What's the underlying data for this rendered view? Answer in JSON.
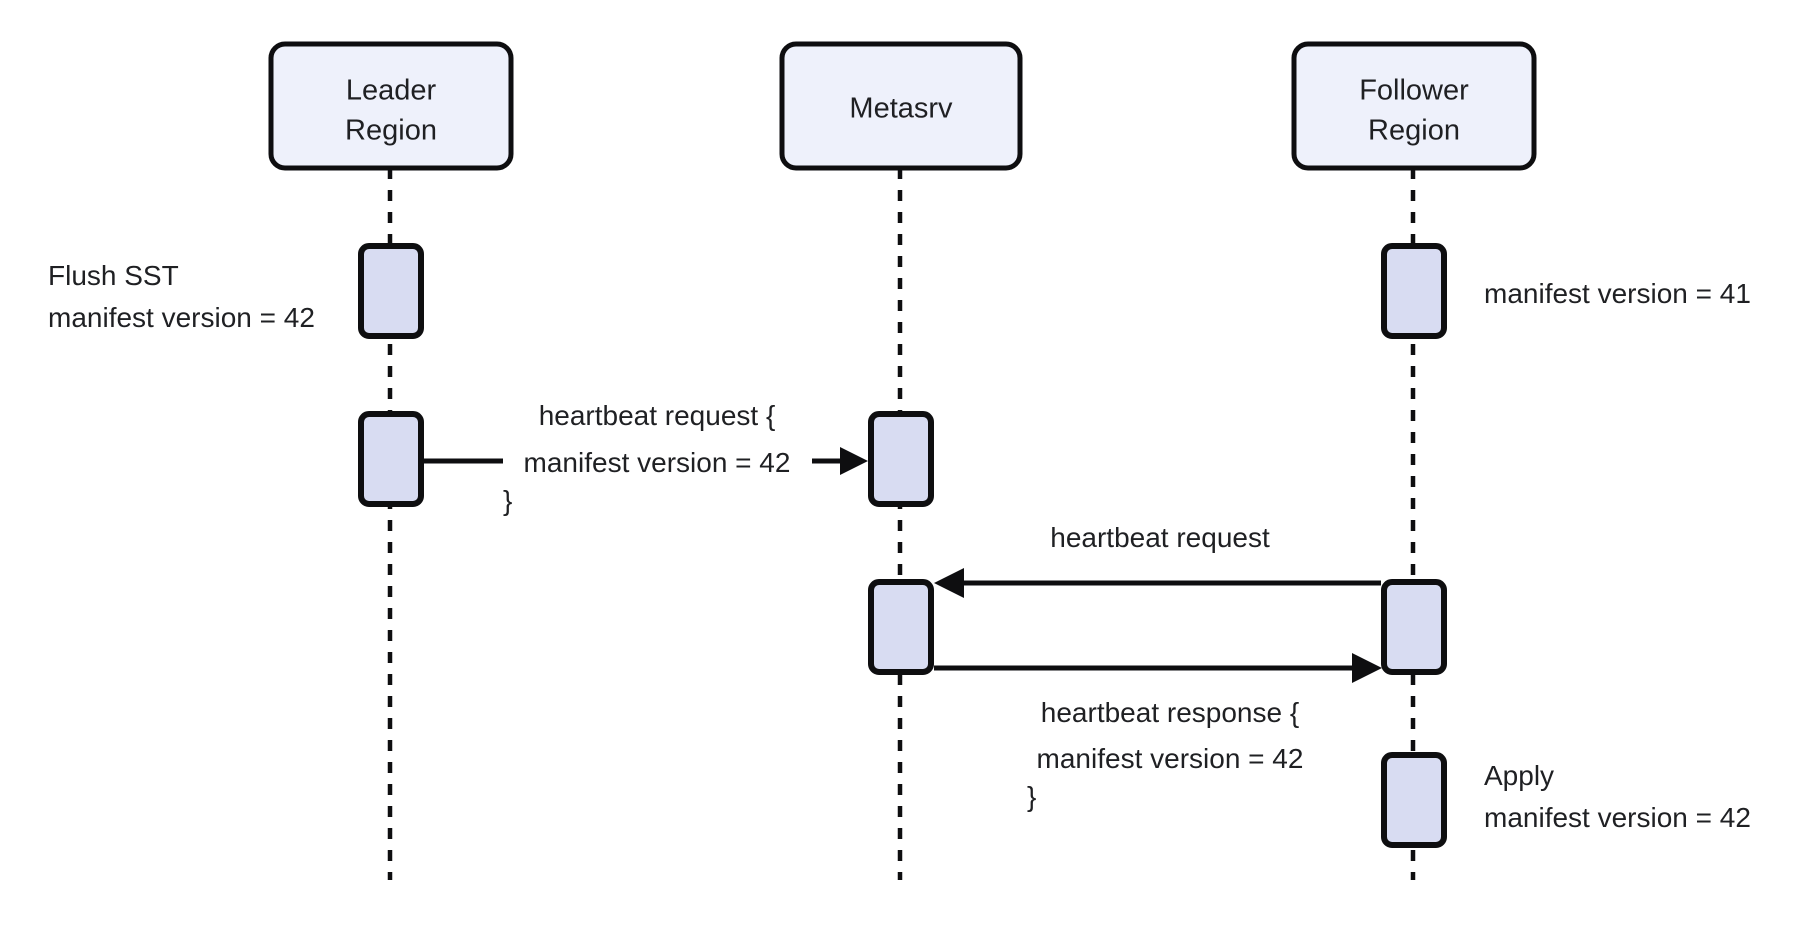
{
  "diagram": {
    "type": "sequence-diagram",
    "title": "",
    "background_color": "#ffffff",
    "participant_fill": "#eef1fb",
    "activation_fill": "#d8dcf2",
    "stroke_color": "#0e0e10"
  },
  "participants": [
    {
      "id": "leader",
      "label_line1": "Leader",
      "label_line2": "Region"
    },
    {
      "id": "metasrv",
      "label_line1": "Metasrv",
      "label_line2": ""
    },
    {
      "id": "follower",
      "label_line1": "Follower",
      "label_line2": "Region"
    }
  ],
  "notes": [
    {
      "id": "flush-note",
      "side": "left",
      "participant": "leader",
      "line1": "Flush SST",
      "line2": "manifest version = 42"
    },
    {
      "id": "follower-version-note",
      "side": "right",
      "participant": "follower",
      "line1": "manifest version = 41",
      "line2": ""
    },
    {
      "id": "apply-note",
      "side": "right",
      "participant": "follower",
      "line1": "Apply",
      "line2": "manifest version = 42"
    }
  ],
  "messages": [
    {
      "id": "msg-heartbeat-request-leader",
      "from": "leader",
      "to": "metasrv",
      "direction": "right",
      "line1": "heartbeat request {",
      "line2": "manifest version = 42",
      "line3": "}"
    },
    {
      "id": "msg-heartbeat-request-follower",
      "from": "follower",
      "to": "metasrv",
      "direction": "left",
      "line1": "heartbeat request",
      "line2": "",
      "line3": ""
    },
    {
      "id": "msg-heartbeat-response",
      "from": "metasrv",
      "to": "follower",
      "direction": "right",
      "line1": "heartbeat response {",
      "line2": "manifest version = 42",
      "line3": "}"
    }
  ]
}
